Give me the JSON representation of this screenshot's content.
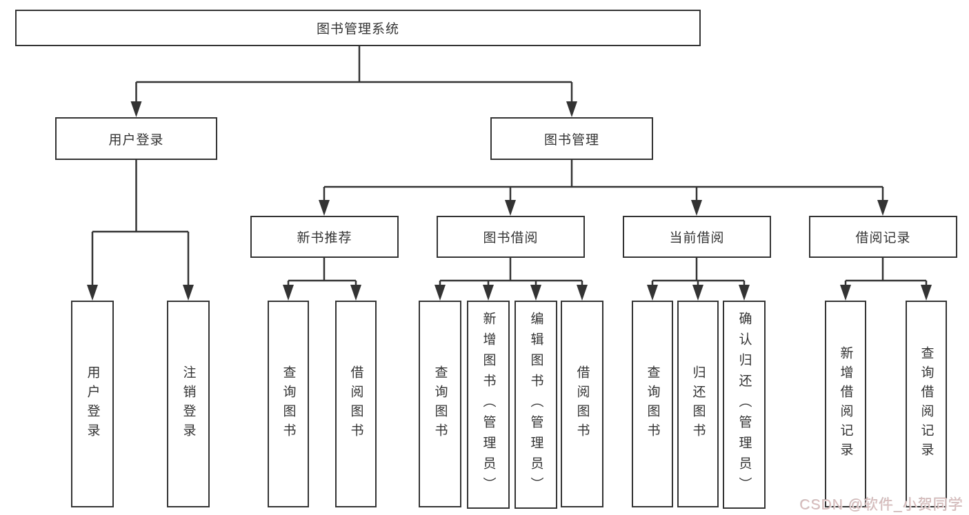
{
  "tree": {
    "label": "图书管理系统",
    "children": [
      {
        "label": "用户登录",
        "children": [
          {
            "label": "用户登录"
          },
          {
            "label": "注销登录"
          }
        ]
      },
      {
        "label": "图书管理",
        "children": [
          {
            "label": "新书推荐",
            "children": [
              {
                "label": "查询图书"
              },
              {
                "label": "借阅图书"
              }
            ]
          },
          {
            "label": "图书借阅",
            "children": [
              {
                "label": "查询图书"
              },
              {
                "label": "新增图书（管理员）"
              },
              {
                "label": "编辑图书（管理员）"
              },
              {
                "label": "借阅图书"
              }
            ]
          },
          {
            "label": "当前借阅",
            "children": [
              {
                "label": "查询图书"
              },
              {
                "label": "归还图书"
              },
              {
                "label": "确认归还（管理员）"
              }
            ]
          },
          {
            "label": "借阅记录",
            "children": [
              {
                "label": "新增借阅记录"
              },
              {
                "label": "查询借阅记录"
              }
            ]
          }
        ]
      }
    ]
  },
  "watermark": {
    "text": "CSDN @软件_小贺同学"
  },
  "colors": {
    "line": "#333333",
    "box_border": "#333333",
    "text": "#333333",
    "background": "#ffffff",
    "watermark": "#d8baba"
  }
}
